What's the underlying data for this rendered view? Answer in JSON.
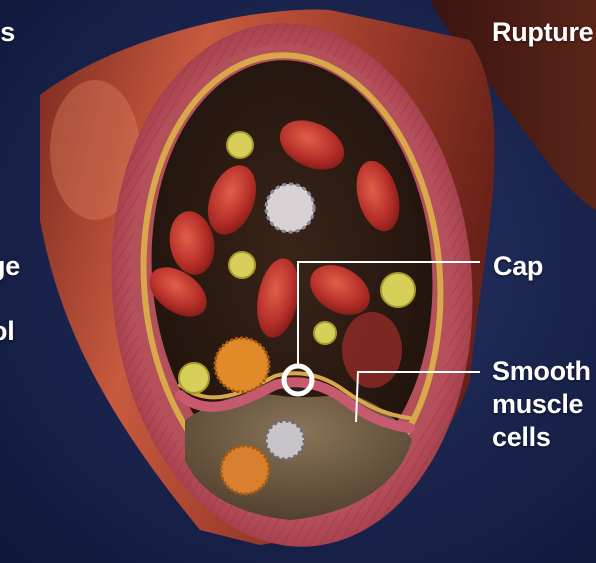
{
  "labels": {
    "left_top_fragment": "ls",
    "left_mid_fragment": "ge",
    "left_low_fragment": "ol",
    "rupture": "Rupture",
    "cap": "Cap",
    "smooth_muscle": [
      "Smooth",
      "muscle",
      "cells"
    ]
  },
  "colors": {
    "background": "#141d3d",
    "vessel_wall": "#b24a4a",
    "lumen": "#2a1a12",
    "red_blood_cell": "#c0302c",
    "yellow_cell": "#d8cf5a",
    "foam_cell": "#e08a2a",
    "label_text": "#ffffff"
  }
}
